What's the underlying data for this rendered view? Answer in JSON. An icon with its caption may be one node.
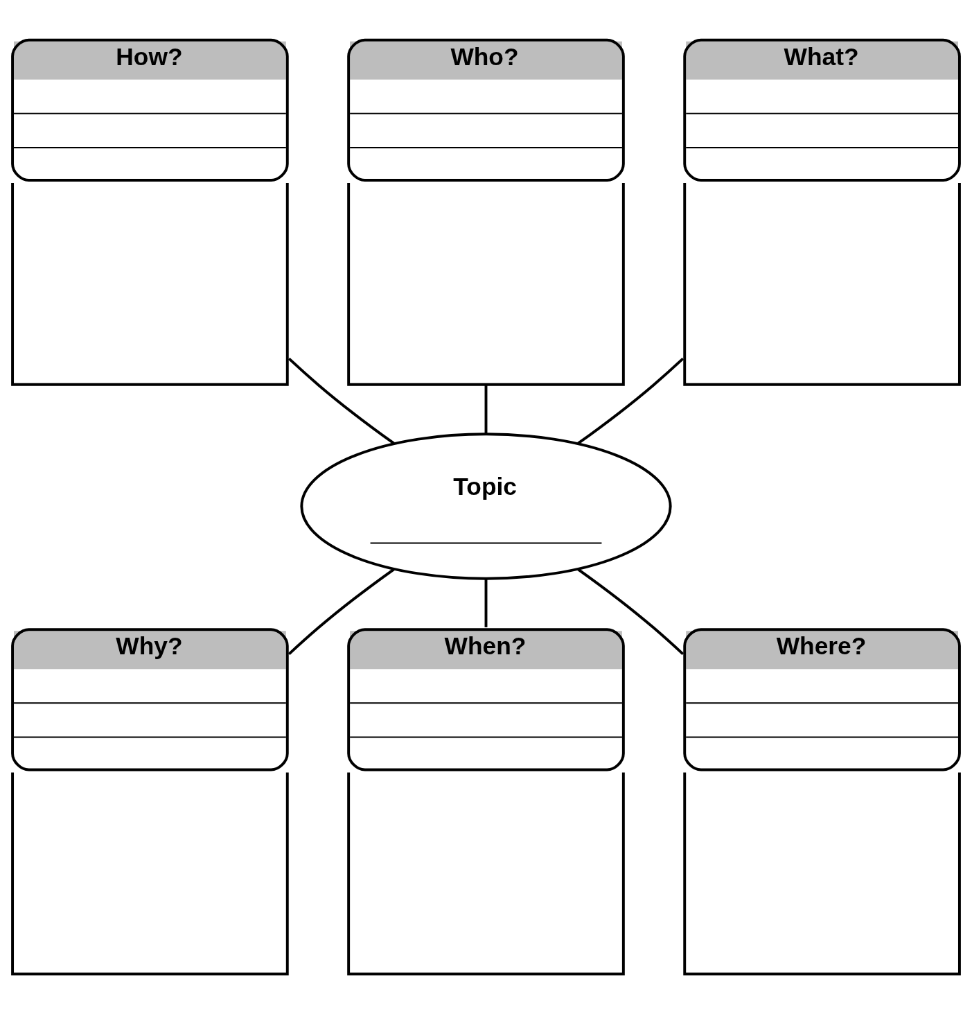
{
  "diagram": {
    "nodes": [
      {
        "text": [
          "Who?"
        ]
      },
      {
        "text": [
          "How?"
        ]
      },
      {
        "text": [
          "What?"
        ]
      },
      {
        "text": [
          "Topic"
        ]
      },
      {
        "text": [
          "Why?"
        ]
      },
      {
        "text": [
          "Where?"
        ]
      },
      {
        "text": [
          "When?"
        ]
      }
    ],
    "edges": [
      {
        "from": 0,
        "to": 3,
        "arrow": "none"
      },
      {
        "from": 1,
        "to": 3,
        "arrow": "none"
      },
      {
        "from": 2,
        "to": 3,
        "arrow": "none"
      },
      {
        "from": 3,
        "to": 4,
        "arrow": "none"
      },
      {
        "from": 3,
        "to": 5,
        "arrow": "none"
      },
      {
        "from": 3,
        "to": 6,
        "arrow": "none"
      }
    ]
  }
}
